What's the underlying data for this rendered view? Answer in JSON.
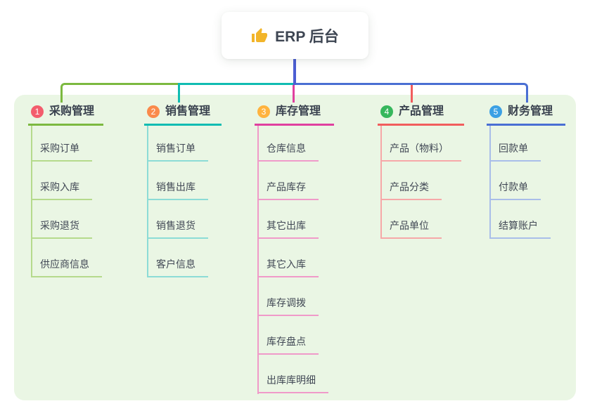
{
  "root": {
    "label": "ERP 后台",
    "icon": "thumbs-up-icon"
  },
  "canvas": {
    "page_background": "#ffffff",
    "panel_background": "#eaf6e4"
  },
  "connector_colors": {
    "root_stem": "#4c5ed3"
  },
  "branches": [
    {
      "badge": "1",
      "label": "采购管理",
      "colors": {
        "main": "#7cb940",
        "light": "#b5da8c",
        "badge": "#f35d6d"
      },
      "children": [
        {
          "label": "采购订单"
        },
        {
          "label": "采购入库"
        },
        {
          "label": "采购退货"
        },
        {
          "label": "供应商信息"
        }
      ]
    },
    {
      "badge": "2",
      "label": "销售管理",
      "colors": {
        "main": "#10bcb2",
        "light": "#8cdcd6",
        "badge": "#fa8a4b"
      },
      "children": [
        {
          "label": "销售订单"
        },
        {
          "label": "销售出库"
        },
        {
          "label": "销售退货"
        },
        {
          "label": "客户信息"
        }
      ]
    },
    {
      "badge": "3",
      "label": "库存管理",
      "colors": {
        "main": "#e0409f",
        "light": "#f09ac9",
        "badge": "#ffb33e"
      },
      "children": [
        {
          "label": "仓库信息"
        },
        {
          "label": "产品库存"
        },
        {
          "label": "其它出库"
        },
        {
          "label": "其它入库"
        },
        {
          "label": "库存调拨"
        },
        {
          "label": "库存盘点"
        },
        {
          "label": "出库库明细"
        }
      ]
    },
    {
      "badge": "4",
      "label": "产品管理",
      "colors": {
        "main": "#f15d5d",
        "light": "#f6a8a8",
        "badge": "#36b75c"
      },
      "children": [
        {
          "label": "产品（物料）"
        },
        {
          "label": "产品分类"
        },
        {
          "label": "产品单位"
        }
      ]
    },
    {
      "badge": "5",
      "label": "财务管理",
      "colors": {
        "main": "#4a6fd3",
        "light": "#a9bee9",
        "badge": "#3ba0e4"
      },
      "children": [
        {
          "label": "回款单"
        },
        {
          "label": "付款单"
        },
        {
          "label": "结算账户"
        }
      ]
    }
  ]
}
